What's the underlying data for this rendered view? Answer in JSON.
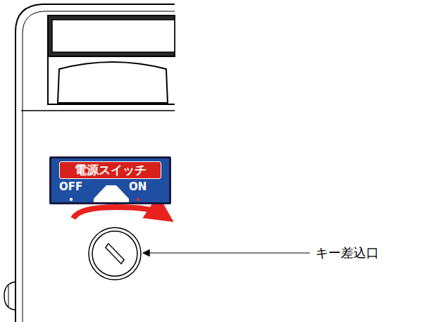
{
  "diagram": {
    "nodes": [
      {
        "text": [
          "OFF",
          "ON"
        ]
      },
      {
        "text": [
          "電源スイッチ"
        ],
        "in": 0
      }
    ],
    "labels": [
      "キー差込口"
    ]
  }
}
